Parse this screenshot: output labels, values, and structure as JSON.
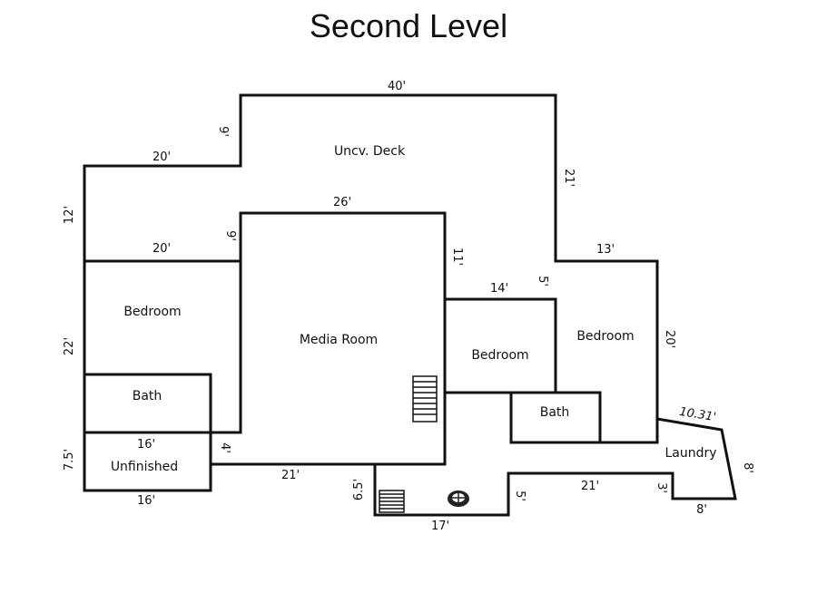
{
  "title": "Second Level",
  "rooms": {
    "deck": "Uncv. Deck",
    "bedroom_left": "Bedroom",
    "media": "Media Room",
    "bedroom_mid": "Bedroom",
    "bedroom_right": "Bedroom",
    "bath_left": "Bath",
    "bath_right": "Bath",
    "unfinished": "Unfinished",
    "laundry": "Laundry"
  },
  "dims": {
    "deck_top": "40'",
    "deck_left_step": "9'",
    "deck_top_left": "20'",
    "left_upper_height": "12'",
    "deck_right": "21'",
    "media_top": "26'",
    "media_left_step": "9'",
    "bedroom_left_top": "20'",
    "media_right_upper": "11'",
    "bedroom_left_height": "22'",
    "bedroom_mid_top": "14'",
    "bedroom_mid_step": "5'",
    "bedroom_right_top": "13'",
    "bedroom_right_height": "20'",
    "laundry_diag": "10.31'",
    "laundry_right": "8'",
    "unfinished_top": "16'",
    "unfinished_height": "7.5'",
    "unfinished_bottom": "16'",
    "unfinished_step": "4'",
    "media_bottom": "21'",
    "stair_drop": "6.5'",
    "bottom_span": "17'",
    "bottom_step": "5'",
    "bottom_run": "21'",
    "laundry_step": "3'",
    "laundry_bottom": "8'"
  }
}
